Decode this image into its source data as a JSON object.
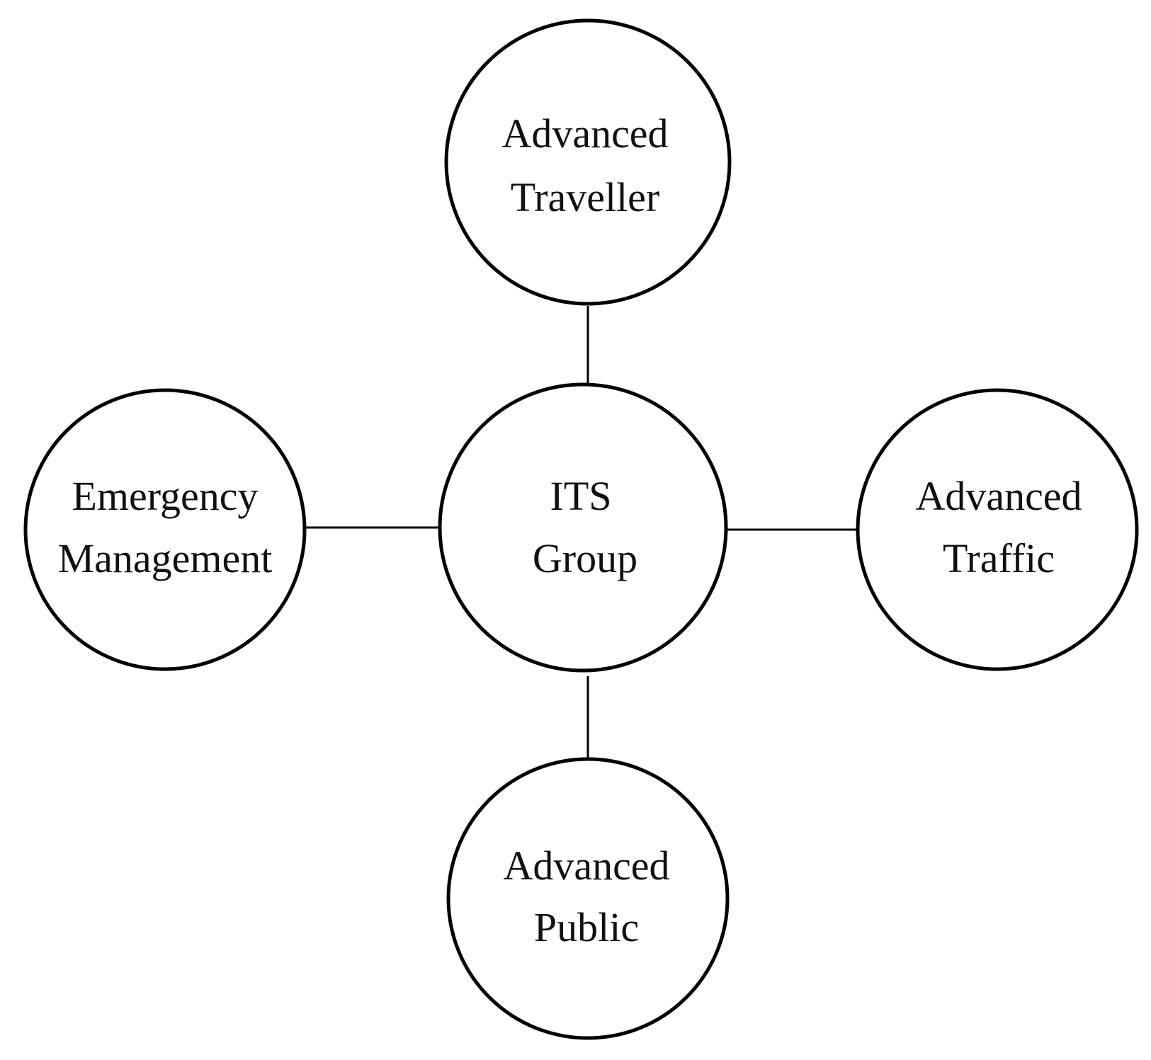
{
  "diagram": {
    "center": {
      "lines": [
        "ITS",
        "Group"
      ]
    },
    "nodes": [
      {
        "id": "top",
        "lines": [
          "Advanced",
          "Traveller"
        ]
      },
      {
        "id": "right",
        "lines": [
          "Advanced",
          "Traffic"
        ]
      },
      {
        "id": "bottom",
        "lines": [
          "Advanced",
          "Public"
        ]
      },
      {
        "id": "left",
        "lines": [
          "Emergency",
          "Management"
        ]
      }
    ],
    "edges": [
      {
        "from": "center",
        "to": "top"
      },
      {
        "from": "center",
        "to": "right"
      },
      {
        "from": "center",
        "to": "bottom"
      },
      {
        "from": "center",
        "to": "left"
      }
    ]
  }
}
